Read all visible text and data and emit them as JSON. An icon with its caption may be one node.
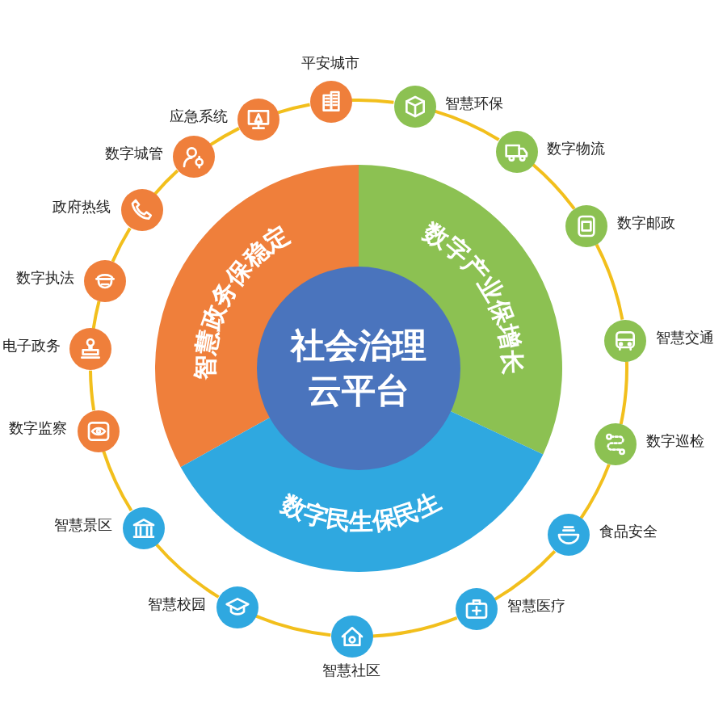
{
  "diagram": {
    "nodes": [
      {
        "text": [
          "社会治理云平台"
        ]
      },
      {
        "text": [
          "智慧政务保稳定"
        ]
      },
      {
        "text": [
          "数字产业保增长"
        ]
      },
      {
        "text": [
          "数字民生保民生"
        ]
      },
      {
        "text": [
          "平安城市"
        ]
      },
      {
        "text": [
          "智慧环保"
        ]
      },
      {
        "text": [
          "数字物流"
        ]
      },
      {
        "text": [
          "数字邮政"
        ]
      },
      {
        "text": [
          "智慧交通"
        ]
      },
      {
        "text": [
          "数字巡检"
        ]
      },
      {
        "text": [
          "食品安全"
        ]
      },
      {
        "text": [
          "智慧医疗"
        ]
      },
      {
        "text": [
          "智慧社区"
        ]
      },
      {
        "text": [
          "智慧校园"
        ]
      },
      {
        "text": [
          "智慧景区"
        ]
      },
      {
        "text": [
          "数字监察"
        ]
      },
      {
        "text": [
          "电子政务"
        ]
      },
      {
        "text": [
          "数字执法"
        ]
      },
      {
        "text": [
          "政府热线"
        ]
      },
      {
        "text": [
          "数字城管"
        ]
      },
      {
        "text": [
          "应急系统"
        ]
      }
    ],
    "edges": [
      {
        "from": 4,
        "to": 5,
        "arrow": "none"
      },
      {
        "from": 5,
        "to": 6,
        "arrow": "none"
      },
      {
        "from": 6,
        "to": 7,
        "arrow": "none"
      },
      {
        "from": 7,
        "to": 8,
        "arrow": "none"
      },
      {
        "from": 8,
        "to": 9,
        "arrow": "none"
      },
      {
        "from": 9,
        "to": 10,
        "arrow": "none"
      },
      {
        "from": 10,
        "to": 11,
        "arrow": "none"
      },
      {
        "from": 11,
        "to": 12,
        "arrow": "none"
      },
      {
        "from": 12,
        "to": 13,
        "arrow": "none"
      },
      {
        "from": 13,
        "to": 14,
        "arrow": "none"
      },
      {
        "from": 14,
        "to": 15,
        "arrow": "none"
      },
      {
        "from": 15,
        "to": 16,
        "arrow": "none"
      },
      {
        "from": 16,
        "to": 17,
        "arrow": "none"
      },
      {
        "from": 17,
        "to": 18,
        "arrow": "none"
      },
      {
        "from": 18,
        "to": 19,
        "arrow": "none"
      },
      {
        "from": 19,
        "to": 20,
        "arrow": "none"
      },
      {
        "from": 20,
        "to": 4,
        "arrow": "none"
      }
    ]
  }
}
